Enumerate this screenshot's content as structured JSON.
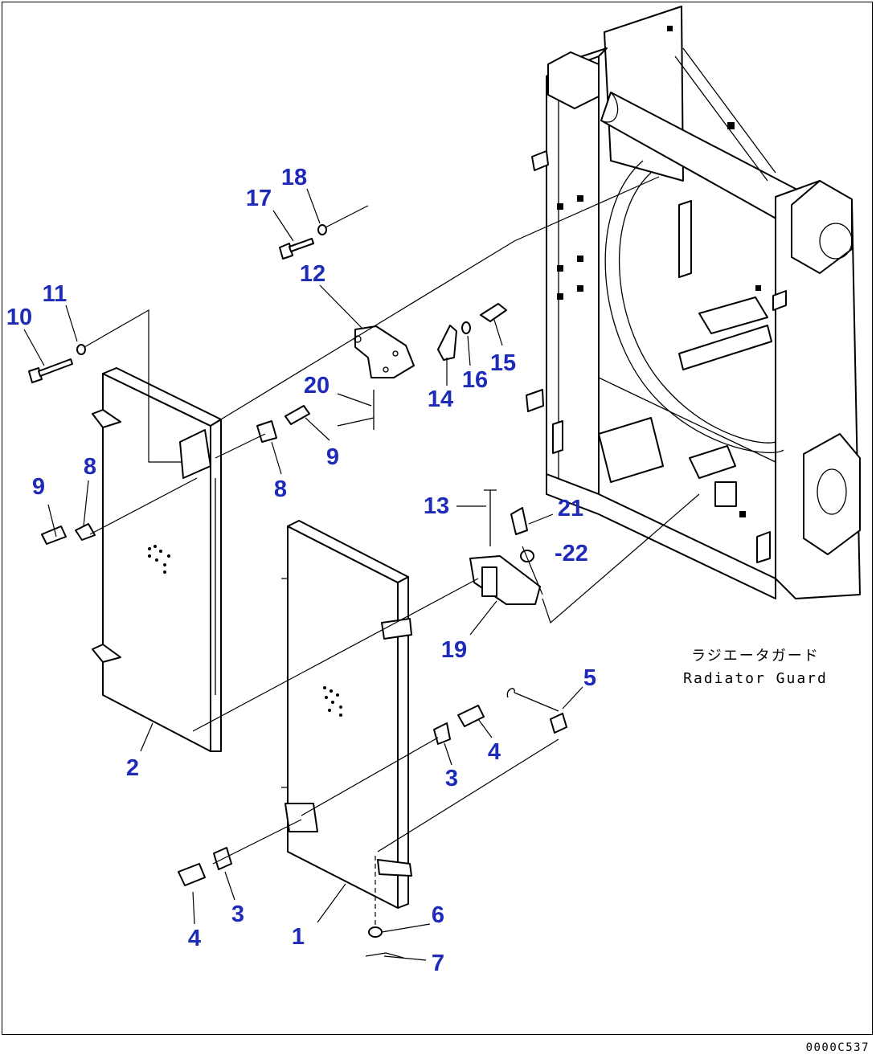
{
  "caption": {
    "japanese": "ラジエータガード",
    "english": "Radiator Guard"
  },
  "drawing_number": "0000C537",
  "callouts": [
    {
      "id": "c1",
      "text": "1"
    },
    {
      "id": "c2",
      "text": "2"
    },
    {
      "id": "c3a",
      "text": "3"
    },
    {
      "id": "c3b",
      "text": "3"
    },
    {
      "id": "c4a",
      "text": "4"
    },
    {
      "id": "c4b",
      "text": "4"
    },
    {
      "id": "c5",
      "text": "5"
    },
    {
      "id": "c6",
      "text": "6"
    },
    {
      "id": "c7",
      "text": "7"
    },
    {
      "id": "c8a",
      "text": "8"
    },
    {
      "id": "c8b",
      "text": "8"
    },
    {
      "id": "c9a",
      "text": "9"
    },
    {
      "id": "c9b",
      "text": "9"
    },
    {
      "id": "c10",
      "text": "10"
    },
    {
      "id": "c11",
      "text": "11"
    },
    {
      "id": "c12",
      "text": "12"
    },
    {
      "id": "c13",
      "text": "13"
    },
    {
      "id": "c14",
      "text": "14"
    },
    {
      "id": "c15",
      "text": "15"
    },
    {
      "id": "c16",
      "text": "16"
    },
    {
      "id": "c17",
      "text": "17"
    },
    {
      "id": "c18",
      "text": "18"
    },
    {
      "id": "c19",
      "text": "19"
    },
    {
      "id": "c20",
      "text": "20"
    },
    {
      "id": "c21",
      "text": "21"
    },
    {
      "id": "c22",
      "text": "-22"
    }
  ]
}
